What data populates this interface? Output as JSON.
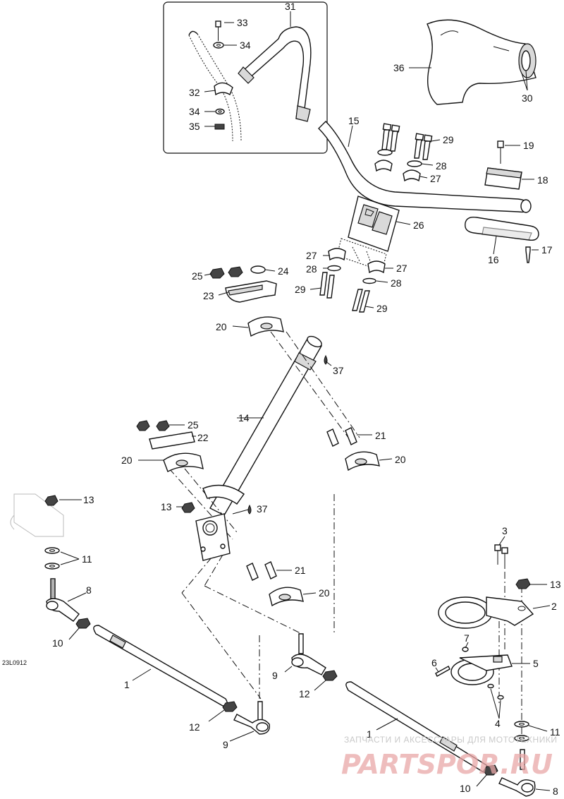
{
  "diagram_code": "23L0912",
  "watermark": {
    "tagline": "ЗАПЧАСТИ И АКСЕССУАРЫ ДЛЯ МОТОТЕХНИКИ",
    "brand": "PARTSPOR.RU"
  },
  "callouts": {
    "p1a": "1",
    "p1b": "1",
    "p2": "2",
    "p3": "3",
    "p4": "4",
    "p5": "5",
    "p6": "6",
    "p7": "7",
    "p8a": "8",
    "p8b": "8",
    "p9a": "9",
    "p9b": "9",
    "p10a": "10",
    "p10b": "10",
    "p11a": "11",
    "p11b": "11",
    "p12a": "12",
    "p12b": "12",
    "p13a": "13",
    "p13b": "13",
    "p13c": "13",
    "p14": "14",
    "p15": "15",
    "p16": "16",
    "p17": "17",
    "p18": "18",
    "p19": "19",
    "p20a": "20",
    "p20b": "20",
    "p20c": "20",
    "p20d": "20",
    "p21a": "21",
    "p21b": "21",
    "p22": "22",
    "p23": "23",
    "p24": "24",
    "p25a": "25",
    "p25b": "25",
    "p26": "26",
    "p27a": "27",
    "p27b": "27",
    "p27c": "27",
    "p28a": "28",
    "p28b": "28",
    "p28c": "28",
    "p29a": "29",
    "p29b": "29",
    "p29c": "29",
    "p30": "30",
    "p31": "31",
    "p32": "32",
    "p33": "33",
    "p34a": "34",
    "p34b": "34",
    "p35": "35",
    "p36": "36",
    "p37a": "37",
    "p37b": "37"
  }
}
